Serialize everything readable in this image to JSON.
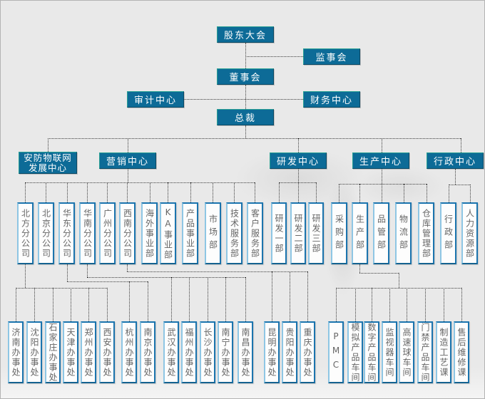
{
  "colors": {
    "node_fill": "#0d6b97",
    "node_border_highlight": "#2aa094",
    "node_text": "#ffffff",
    "leaf_fill": "#fdfdfd",
    "leaf_border": "#1b74ae",
    "leaf_text": "#666666",
    "connector": "#3c3c3c",
    "background": "#e9e9e9"
  },
  "nodes": {
    "shareholders": "股东大会",
    "supervisory_board": "监事会",
    "board_of_directors": "董事会",
    "audit_center": "审计中心",
    "finance_center": "财务中心",
    "president": "总裁"
  },
  "centers": {
    "security_iot_line1": "安防物联网",
    "security_iot_line2": "发展中心",
    "marketing": "营销中心",
    "rnd": "研发中心",
    "production": "生产中心",
    "administration": "行政中心"
  },
  "departments": {
    "marketing": [
      "北方分公司",
      "北京分公司",
      "华东分公司",
      "华南分公司",
      "广州分公司",
      "西南分公司",
      "海外事业部",
      "KA事业部",
      "产品事业部",
      "市场部",
      "技术服务部",
      "客户服务部"
    ],
    "rnd": [
      "研发一部",
      "研发二部",
      "研发三部"
    ],
    "production": [
      "采购部",
      "生产部",
      "品管部",
      "物流部",
      "仓库管理部"
    ],
    "administration": [
      "行政部",
      "人力资源部"
    ]
  },
  "offices": {
    "north": [
      "济南办事处",
      "沈阳办事处",
      "石家庄办事处",
      "天津办事处",
      "郑州办事处",
      "西安办事处"
    ],
    "east": [
      "杭州办事处",
      "南京办事处"
    ],
    "south": [
      "武汉办事处",
      "福州办事处",
      "长沙办事处",
      "南宁办事处",
      "南昌办事处"
    ],
    "southwest": [
      "昆明办事处",
      "贵阳办事处",
      "重庆办事处"
    ]
  },
  "workshops": [
    "PMC",
    "模拟产品车间",
    "数字产品车间",
    "监视器车间",
    "高速球车间",
    "门禁产品车间",
    "制造工艺课",
    "售后维修课"
  ]
}
